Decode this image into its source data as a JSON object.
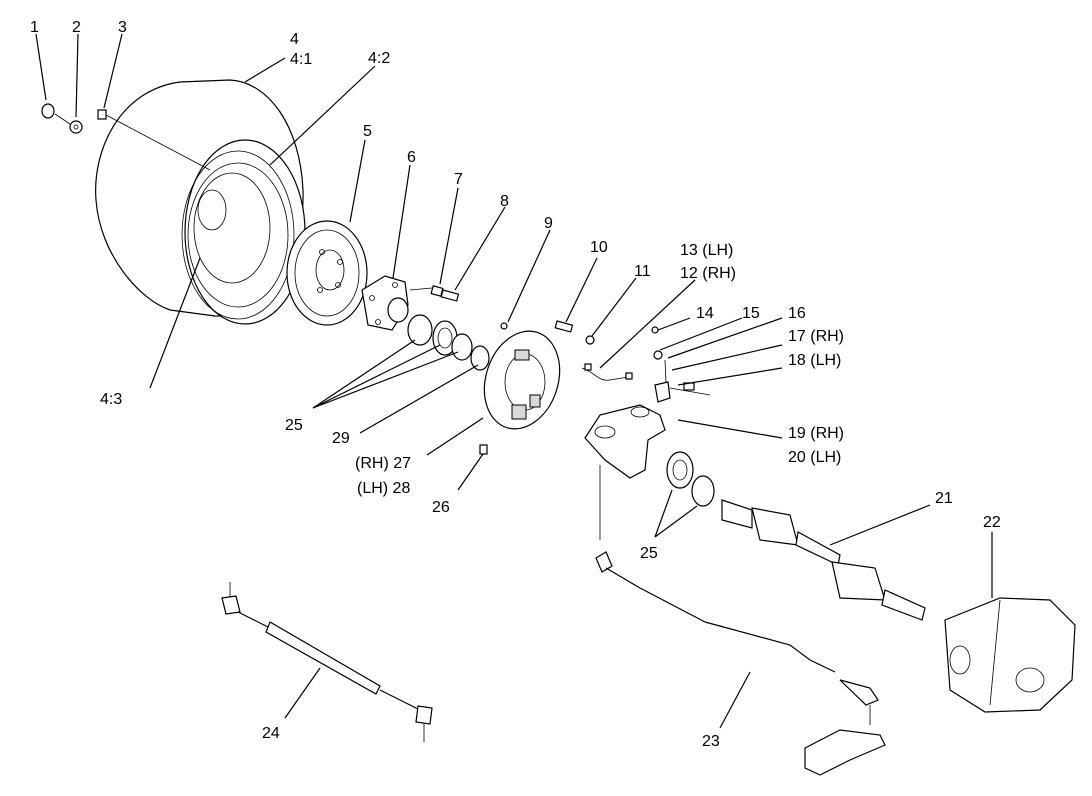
{
  "diagram": {
    "callouts": {
      "c1": "1",
      "c2": "2",
      "c3": "3",
      "c4": "4",
      "c4_1": "4:1",
      "c4_2": "4:2",
      "c4_3": "4:3",
      "c5": "5",
      "c6": "6",
      "c7": "7",
      "c8": "8",
      "c9": "9",
      "c10": "10",
      "c11": "11",
      "c13lh": "13 (LH)",
      "c12rh": "12 (RH)",
      "c14": "14",
      "c15": "15",
      "c16": "16",
      "c17rh": "17 (RH)",
      "c18lh": "18 (LH)",
      "c19rh": "19 (RH)",
      "c20lh": "20 (LH)",
      "c21": "21",
      "c22": "22",
      "c23": "23",
      "c24": "24",
      "c25a": "25",
      "c25b": "25",
      "c26": "26",
      "c27rh": "(RH)  27",
      "c28lh": "(LH)   28",
      "c29": "29"
    }
  }
}
